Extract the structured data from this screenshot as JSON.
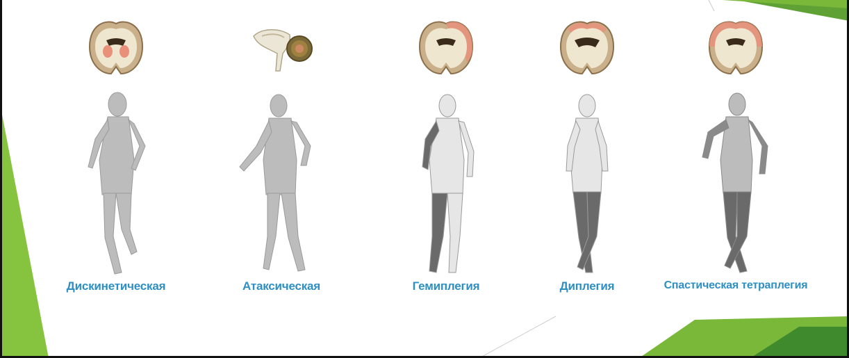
{
  "captions": {
    "dyskinetic": "Дискинетическая",
    "ataxic": "Атаксическая",
    "hemiplegia": "Гемиплегия",
    "diplegia": "Диплегия",
    "spastic_tetraplegia": "Спастическая тетраплегия"
  },
  "colors": {
    "caption": "#2e8fc4",
    "accent_green": "#7ab83a",
    "accent_dark_green": "#3f8a2c",
    "lesion": "#e8907a",
    "body_gray": "#bcbcbc",
    "affected_dark": "#6a6a6a"
  }
}
